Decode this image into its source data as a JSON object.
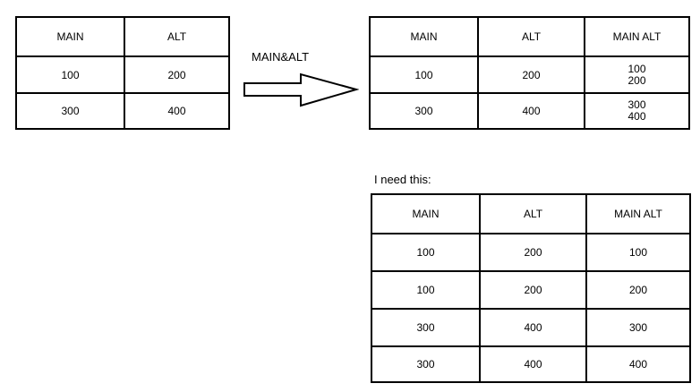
{
  "arrow_label": "MAIN&ALT",
  "caption": "I need this:",
  "source_table": {
    "headers": [
      "MAIN",
      "ALT"
    ],
    "rows": [
      [
        "100",
        "200"
      ],
      [
        "300",
        "400"
      ]
    ]
  },
  "result_table": {
    "headers": [
      "MAIN",
      "ALT",
      "MAIN ALT"
    ],
    "rows": [
      {
        "main": "100",
        "alt": "200",
        "combo": [
          "100",
          "200"
        ]
      },
      {
        "main": "300",
        "alt": "400",
        "combo": [
          "300",
          "400"
        ]
      }
    ]
  },
  "desired_table": {
    "headers": [
      "MAIN",
      "ALT",
      "MAIN ALT"
    ],
    "rows": [
      [
        "100",
        "200",
        "100"
      ],
      [
        "100",
        "200",
        "200"
      ],
      [
        "300",
        "400",
        "300"
      ],
      [
        "300",
        "400",
        "400"
      ]
    ]
  }
}
